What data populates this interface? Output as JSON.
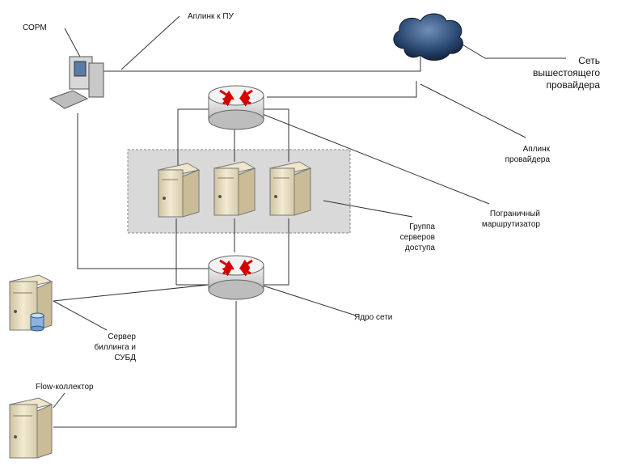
{
  "labels": {
    "sorm": "СОРМ",
    "uplink_pu": "Аплинк к ПУ",
    "upstream_network": "Сеть\nвышестоящего\nпровайдера",
    "provider_uplink": "Аплинк\nпровайдера",
    "border_router": "Пограничный\nмаршрутизатор",
    "access_servers_group": "Группа\nсерверов\nдоступа",
    "network_core": "Ядро сети",
    "billing_server": "Сервер\nбиллинга и\nСУБД",
    "flow_collector": "Flow-коллектор"
  },
  "colors": {
    "line": "#333333",
    "router_arrows": "#d40000",
    "server_body": "#e8dcbc",
    "group_fill": "#d9d9d9",
    "cloud": "#1f3b63"
  },
  "icons": {
    "cloud": "cloud-icon",
    "router": "router-icon",
    "server": "server-icon",
    "workstation": "workstation-icon",
    "database": "database-icon"
  }
}
